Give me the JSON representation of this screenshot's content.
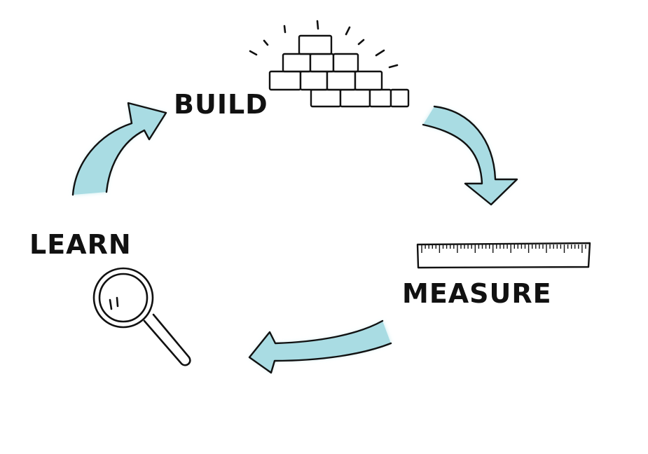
{
  "diagram": {
    "type": "cycle",
    "stages": {
      "build": "BUILD",
      "measure": "MEASURE",
      "learn": "LEARN"
    },
    "colors": {
      "ink": "#111111",
      "arrow_fill": "#a9dce3",
      "arrow_glow": "#c8ecf0",
      "background": "#ffffff"
    },
    "icons": {
      "build": "brick-pyramid-icon",
      "measure": "ruler-icon",
      "learn": "magnifying-glass-icon"
    },
    "arrows": [
      "learn-to-build",
      "build-to-measure",
      "measure-to-learn"
    ]
  }
}
